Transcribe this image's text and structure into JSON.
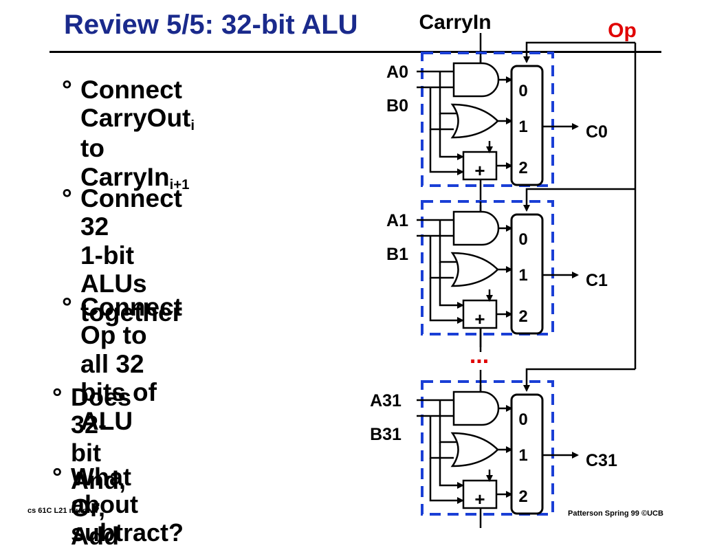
{
  "title": "Review 5/5: 32-bit ALU",
  "bullets": [
    {
      "mark": "°",
      "lines": [
        "Connect",
        "CarryOut",
        "CarryIn"
      ],
      "subs": [
        "i",
        "i+1"
      ],
      "suffix_line2": " to"
    },
    {
      "mark": "°",
      "lines": [
        "Connect 32",
        "1-bit ALUs",
        "together"
      ]
    },
    {
      "mark": "°",
      "lines": [
        "Connect Op to",
        "all 32 bits of",
        "ALU"
      ]
    },
    {
      "mark": "°",
      "lines": [
        "Does 32-bit",
        "And, Or, Add"
      ]
    },
    {
      "mark": "°",
      "lines": [
        "What about subtract?"
      ]
    }
  ],
  "diagram": {
    "carry_in_label": "CarryIn",
    "op_label": "Op",
    "op_color": "#e00000",
    "box_color": "#1a3fd6",
    "ellipsis": "...",
    "ellipsis_color": "#e00000",
    "adder_symbol": "+",
    "mux_inputs": [
      "0",
      "1",
      "2"
    ],
    "slices": [
      {
        "a": "A0",
        "b": "B0",
        "c": "C0"
      },
      {
        "a": "A1",
        "b": "B1",
        "c": "C1"
      },
      {
        "a": "A31",
        "b": "B31",
        "c": "C31"
      }
    ]
  },
  "footer": {
    "left": "cs 61C  L21  muldiv.7",
    "right": "Patterson Spring 99  ©UCB"
  }
}
